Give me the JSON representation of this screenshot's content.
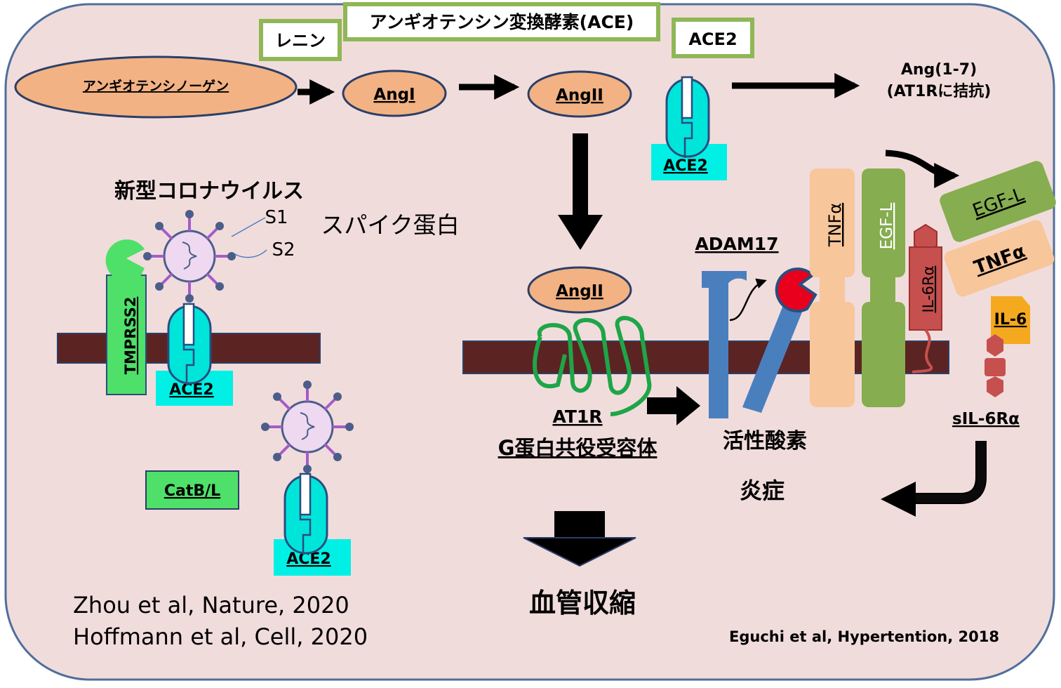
{
  "labels": {
    "ace_enzyme": "アンギオテンシン変換酵素(ACE)",
    "renin": "レニン",
    "ace2_top": "ACE2",
    "angiotensinogen": "アンギオテンシノーゲン",
    "angi": "AngI",
    "angii_top": "AngII",
    "angii_mid": "AngII",
    "ang17_line1": "Ang(1-7)",
    "ang17_line2": "(AT1Rに拮抗)",
    "ace2_receptor_top": "ACE2",
    "virus_title": "新型コロナウイルス",
    "s1": "S1",
    "s2": "S2",
    "spike_protein": "スパイク蛋白",
    "tmprss2": "TMPRSS2",
    "ace2_left": "ACE2",
    "catbl": "CatB/L",
    "ace2_bottom": "ACE2",
    "adam17": "ADAM17",
    "tnfa_bar": "TNFα",
    "egfl_bar": "EGF-L",
    "il6ra_bar": "IL-6Rα",
    "egfl_released": "EGF-L",
    "tnfa_released": "TNFα",
    "il6": "IL-6",
    "sil6ra": "sIL-6Rα",
    "at1r": "AT1R",
    "gpcr": "G蛋白共役受容体",
    "ros": "活性酸素",
    "inflammation": "炎症",
    "vasoconstriction": "血管収縮",
    "ref_zhou": "Zhou et al, Nature, 2020",
    "ref_hoffmann": "Hoffmann et al, Cell, 2020",
    "ref_eguchi": "Eguchi et al, Hypertention, 2018"
  },
  "colors": {
    "background_panel": "#f1dcdc",
    "panel_border": "#4f6f9b",
    "peach_node": "#f2b283",
    "green_label_border": "#8fb756",
    "cyan": "#00eadf",
    "membrane": "#5c2323",
    "green_box": "#4fe06a",
    "adam17_blue": "#4a7fbe",
    "egf_green": "#86ad4f",
    "tnf_peach": "#f7c69a",
    "il6r_red": "#c5504e",
    "il6_orange": "#f4a91f",
    "at1r_green": "#1ea548",
    "virus_blue": "#4b5e8a",
    "virus_purple": "#a45cc8"
  }
}
